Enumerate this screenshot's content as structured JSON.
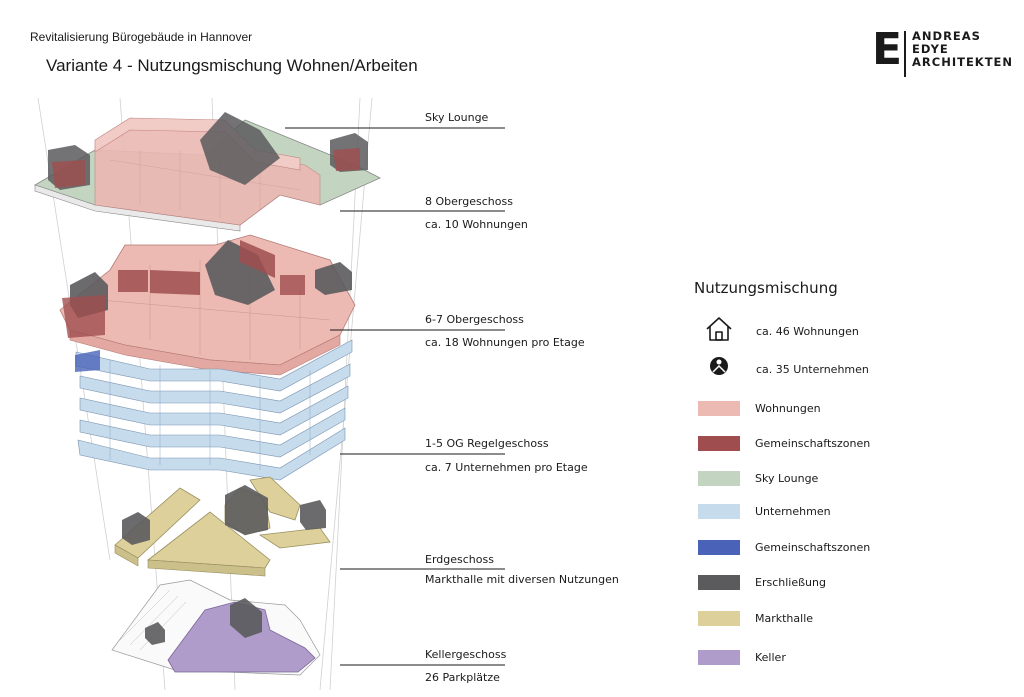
{
  "header": {
    "subtitle": "Revitalisierung Bürogebäude in Hannover",
    "title": "Variante 4 - Nutzungsmischung Wohnen/Arbeiten"
  },
  "logo": {
    "letter": "E",
    "lines": [
      "ANDREAS",
      "EDYE",
      "ARCHITEKTEN"
    ]
  },
  "callouts": {
    "sky_lounge": {
      "label": "Sky Lounge"
    },
    "og8": {
      "label": "8 Obergeschoss",
      "note": "ca. 10 Wohnungen"
    },
    "og67": {
      "label": "6-7 Obergeschoss",
      "note": "ca. 18 Wohnungen pro Etage"
    },
    "og15": {
      "label": "1-5 OG Regelgeschoss",
      "note": "ca. 7 Unternehmen pro Etage"
    },
    "eg": {
      "label": "Erdgeschoss",
      "note": "Markthalle mit diversen Nutzungen"
    },
    "kg": {
      "label": "Kellergeschoss",
      "note": "26 Parkplätze"
    }
  },
  "legend": {
    "title": "Nutzungsmischung",
    "icons": [
      {
        "icon": "house-icon",
        "text": "ca. 46 Wohnungen"
      },
      {
        "icon": "business-person-icon",
        "text": "ca. 35 Unternehmen"
      }
    ],
    "items": [
      {
        "label": "Wohnungen",
        "color": "#ecb9b3"
      },
      {
        "label": "Gemeinschaftszonen",
        "color": "#a04d4f"
      },
      {
        "label": "Sky Lounge",
        "color": "#c3d5c0"
      },
      {
        "label": "Unternehmen",
        "color": "#c6dbec"
      },
      {
        "label": "Gemeinschaftszonen",
        "color": "#4a63b8"
      },
      {
        "label": "Erschließung",
        "color": "#5b5b5d"
      },
      {
        "label": "Markthalle",
        "color": "#ddd09b"
      },
      {
        "label": "Keller",
        "color": "#b09ccb"
      }
    ]
  }
}
